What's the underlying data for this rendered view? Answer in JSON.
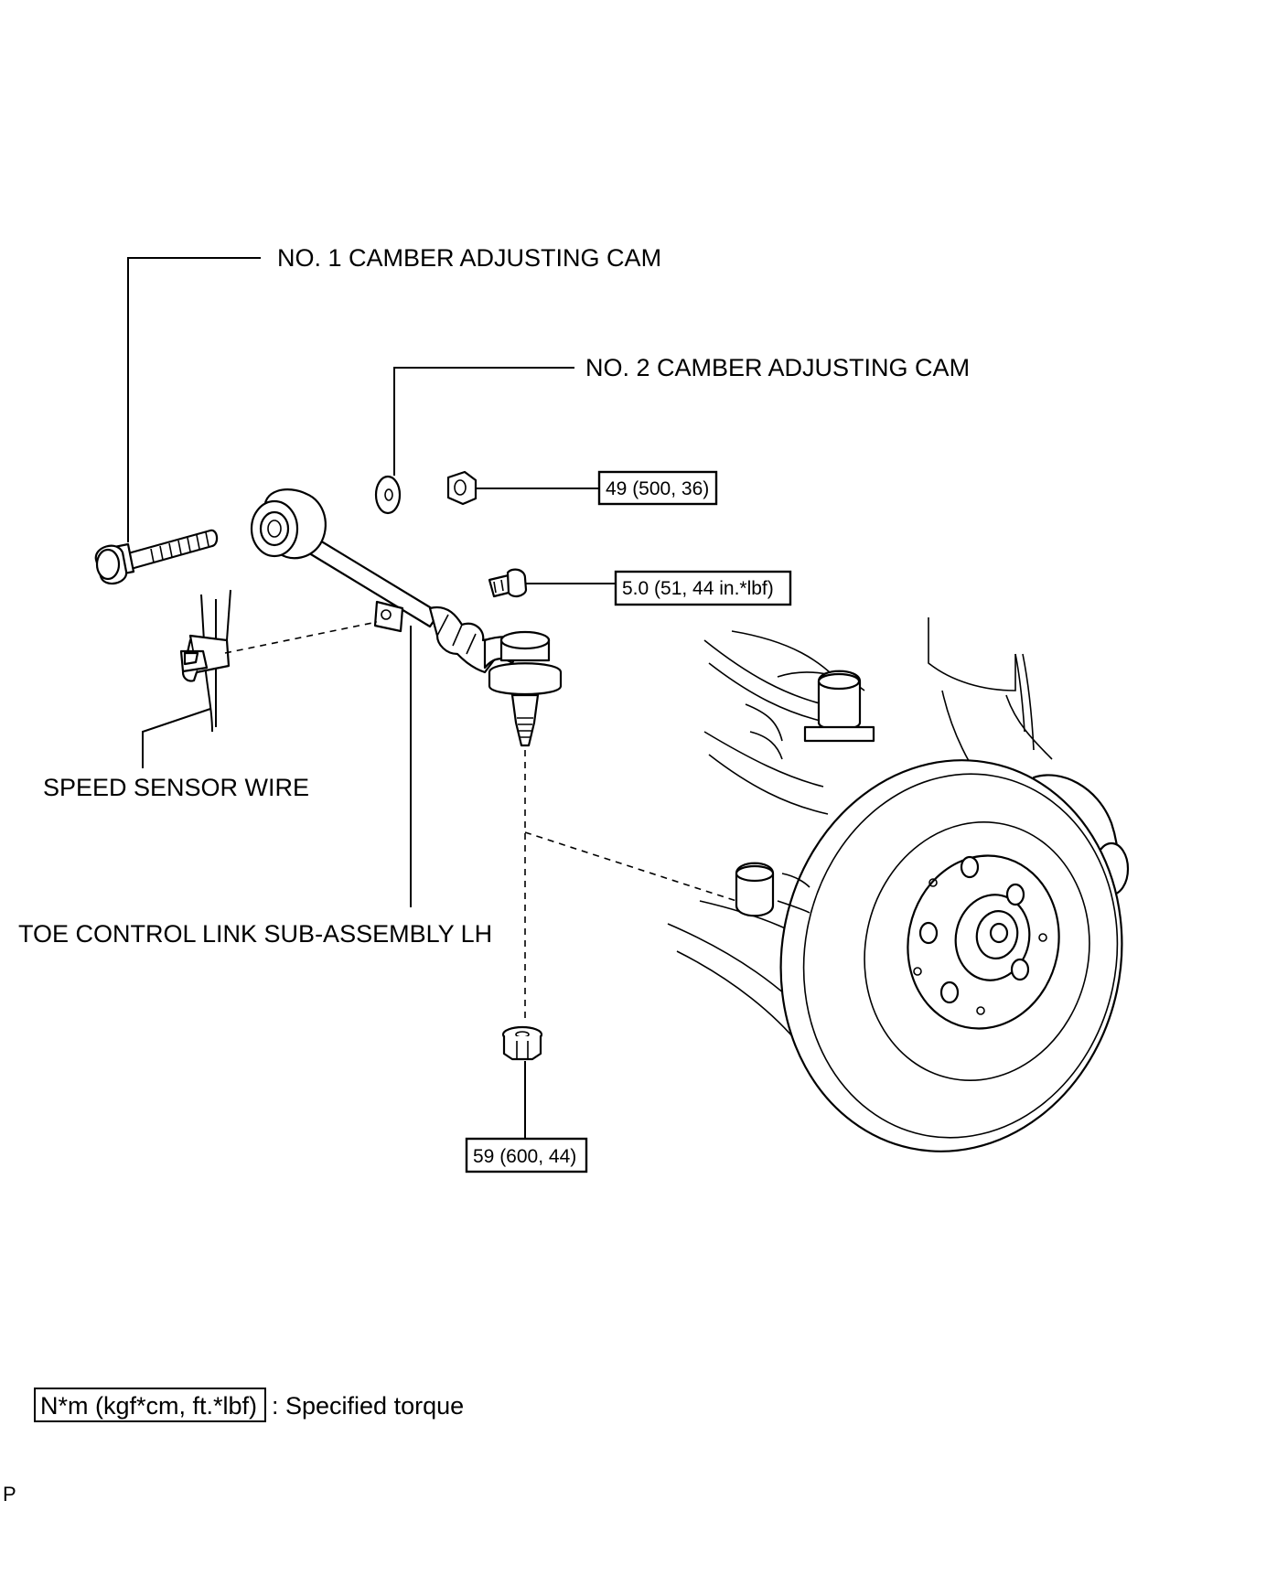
{
  "labels": {
    "no1_camber_cam": "NO. 1 CAMBER ADJUSTING CAM",
    "no2_camber_cam": "NO. 2 CAMBER ADJUSTING CAM",
    "speed_sensor_wire": "SPEED SENSOR WIRE",
    "toe_control_link": "TOE CONTROL LINK SUB-ASSEMBLY LH"
  },
  "torques": {
    "upper_nut": "49 (500, 36)",
    "clamp_bolt": "5.0 (51, 44 in.*lbf)",
    "lower_nut": "59 (600, 44)"
  },
  "legend": {
    "box_text": "N*m (kgf*cm, ft.*lbf)",
    "description": ": Specified torque"
  },
  "corner_mark": "P"
}
